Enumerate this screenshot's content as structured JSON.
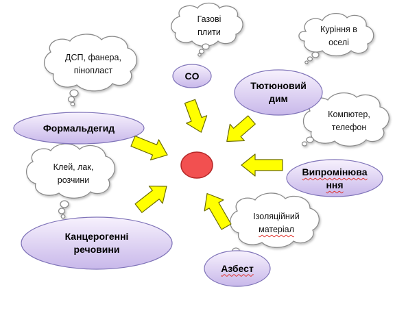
{
  "palette": {
    "ellipse_fill_top": "#f7f1fd",
    "ellipse_fill_bottom": "#c8b8ea",
    "ellipse_stroke": "#7f73b8",
    "cloud_fill": "#ffffff",
    "cloud_stroke": "#8a8a8a",
    "arrow_fill": "#ffff00",
    "arrow_stroke": "#6b6b00",
    "center_fill": "#f25050",
    "center_stroke": "#b52828"
  },
  "center": {
    "label": ""
  },
  "nodes": {
    "co": {
      "label": "CO"
    },
    "tobacco": {
      "line1": "Тютюновий",
      "line2": "дим"
    },
    "formaldehyde": {
      "label": "Формальдегид"
    },
    "radiation": {
      "line1": "Випромінюва",
      "line2": "ння"
    },
    "carcinogens": {
      "line1": "Канцерогенні",
      "line2": "речовини"
    },
    "asbestos": {
      "label": "Азбест"
    }
  },
  "clouds": {
    "gas": {
      "line1": "Газові",
      "line2": "плити"
    },
    "smoking": {
      "line1": "Куріння в",
      "line2": "оселі"
    },
    "dsp": {
      "line1": "ДСП, фанера,",
      "line2": "пінопласт"
    },
    "computer": {
      "line1": "Компютер,",
      "line2": "телефон"
    },
    "glue": {
      "line1": "Клей, лак,",
      "line2": "розчини"
    },
    "insulation": {
      "line1": "Ізоляційний",
      "line2": "матеріал"
    }
  }
}
